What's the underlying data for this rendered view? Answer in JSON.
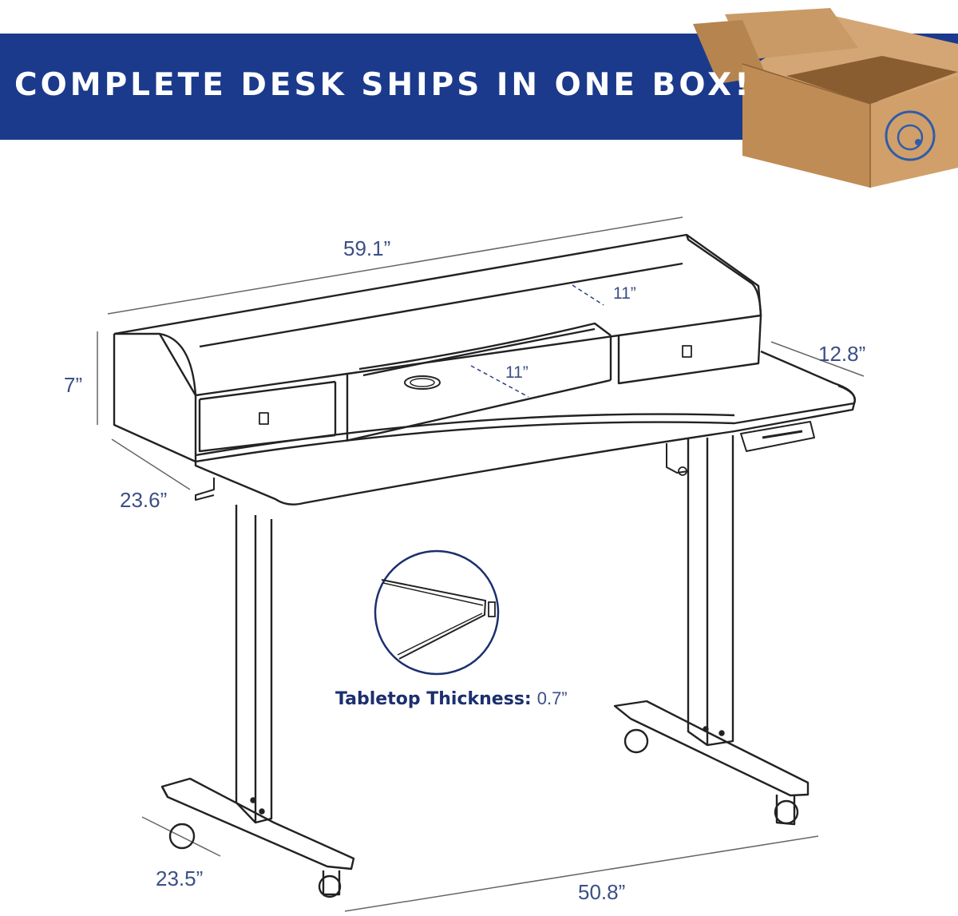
{
  "banner": {
    "headline": "COMPLETE DESK SHIPS IN ONE BOX!"
  },
  "dimensions": {
    "width_total": "59.1”",
    "riser_depth": "12.8”",
    "riser_height": "7”",
    "shelf_depth_upper": "11”",
    "shelf_depth_lower": "11”",
    "desk_depth": "23.6”",
    "base_depth": "23.5”",
    "base_width": "50.8”"
  },
  "callout": {
    "label": "Tabletop Thickness:",
    "value": "0.7”"
  },
  "colors": {
    "banner": "#1b3a8c",
    "dimension_text": "#3b4f86",
    "box": "#c4915a"
  }
}
